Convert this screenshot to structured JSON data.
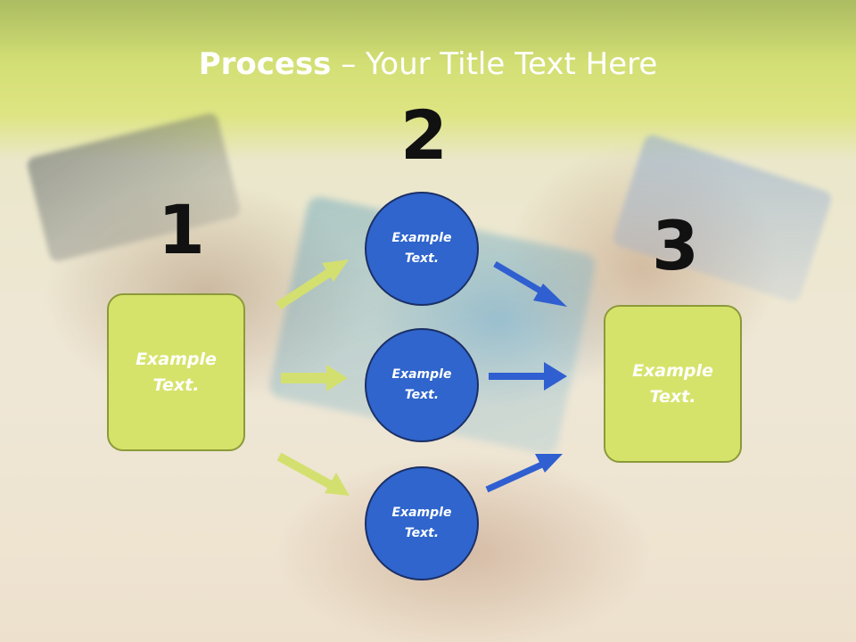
{
  "title": {
    "strong": "Process",
    "rest": " – Your Title Text Here"
  },
  "steps": {
    "one": "1",
    "two": "2",
    "three": "3"
  },
  "boxes": {
    "left": {
      "line1": "Example",
      "line2": "Text."
    },
    "right": {
      "line1": "Example",
      "line2": "Text."
    }
  },
  "circles": {
    "top": {
      "line1": "Example",
      "line2": "Text."
    },
    "middle": {
      "line1": "Example",
      "line2": "Text."
    },
    "bottom": {
      "line1": "Example",
      "line2": "Text."
    }
  },
  "colors": {
    "green_fill": "#d6e36a",
    "green_border": "#8b9a3a",
    "green_arrow": "#d3e070",
    "blue_fill": "#2f65cc",
    "blue_border": "#1b2f66",
    "blue_arrow": "#2f5fd0",
    "title_text": "#ffffff",
    "number_text": "#111111"
  }
}
